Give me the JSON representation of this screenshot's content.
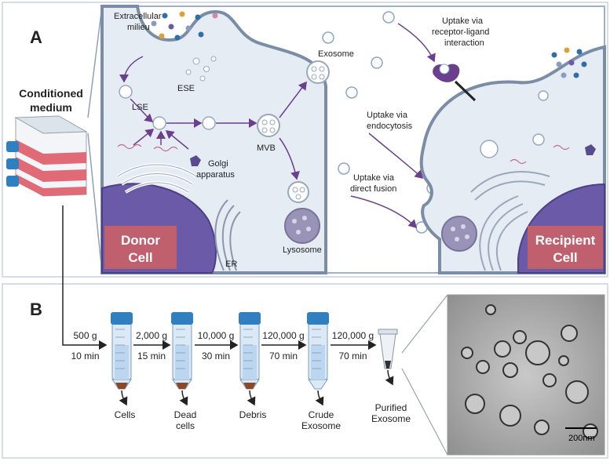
{
  "panels": {
    "a": "A",
    "b": "B"
  },
  "panel_a": {
    "conditioned_medium": [
      "Conditioned",
      "medium"
    ],
    "extracellular": [
      "Extracellular",
      "milieu"
    ],
    "ese": "ESE",
    "lse": "LSE",
    "exosome": "Exosome",
    "mvb": "MVB",
    "golgi": [
      "Golgi",
      "apparatus"
    ],
    "lysosome": "Lysosome",
    "er": "ER",
    "donor_cell": [
      "Donor",
      "Cell"
    ],
    "recipient_cell": [
      "Recipient",
      "Cell"
    ],
    "uptake_receptor": [
      "Uptake via",
      "receptor-ligand",
      "interaction"
    ],
    "uptake_endocytosis": [
      "Uptake via",
      "endocytosis"
    ],
    "uptake_fusion": [
      "Uptake via",
      "direct fusion"
    ]
  },
  "panel_b": {
    "steps": [
      {
        "speed": "500 g",
        "time": "10 min"
      },
      {
        "speed": "2,000 g",
        "time": "15 min"
      },
      {
        "speed": "10,000 g",
        "time": "30 min"
      },
      {
        "speed": "120,000 g",
        "time": "70 min"
      },
      {
        "speed": "120,000 g",
        "time": "70 min"
      }
    ],
    "products": [
      [
        "Cells"
      ],
      [
        "Dead",
        "cells"
      ],
      [
        "Debris"
      ],
      [
        "Crude",
        "Exosome"
      ],
      [
        "Purified",
        "Exosome"
      ]
    ],
    "scale_bar": "200nm"
  },
  "colors": {
    "panel_border": "#b8c4d4",
    "cell_fill": "#e6ecf4",
    "membrane": "#7a8ca6",
    "nucleus": "#6a5aa8",
    "label_box": "#c0606e",
    "arrow": "#6a3f8e",
    "tube_cap": "#2f7fc1",
    "medium": "#e06a76"
  }
}
